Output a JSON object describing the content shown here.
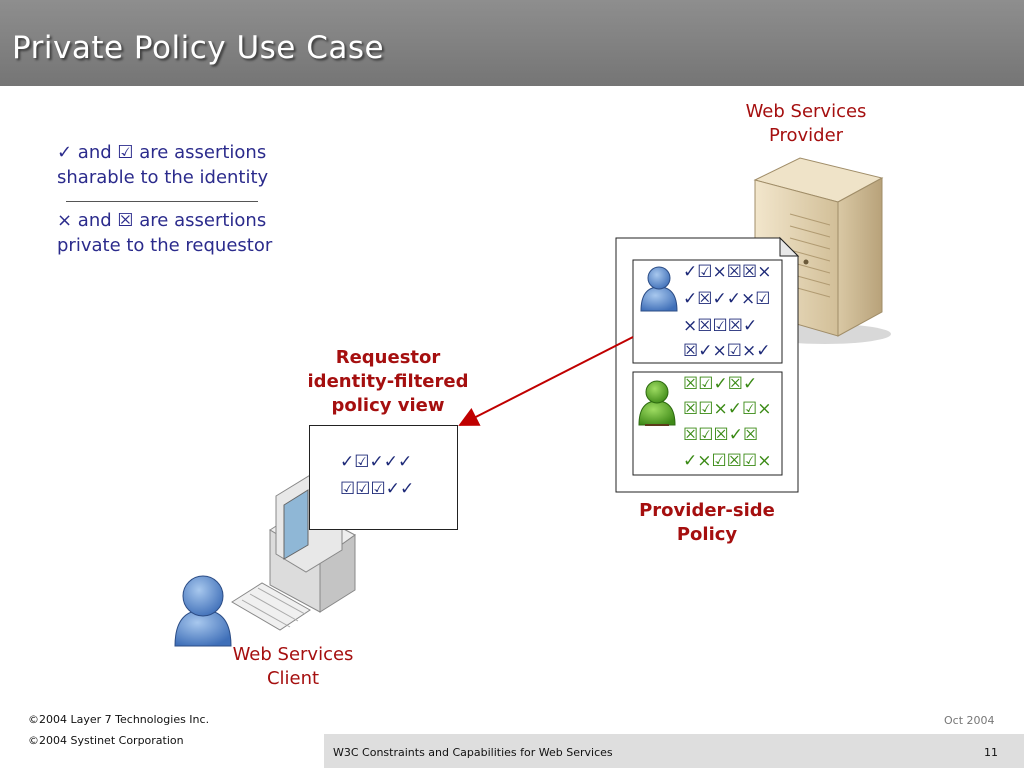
{
  "slide": {
    "title": "Private Policy Use Case",
    "legend": {
      "line1": "✓ and ☑ are assertions",
      "line2": "sharable to the identity",
      "line3": "× and ☒ are assertions",
      "line4": "private to the requestor"
    },
    "provider_label": [
      "Web Services",
      "Provider"
    ],
    "client_label": [
      "Web Services",
      "Client"
    ],
    "filtered_label": [
      "Requestor",
      "identity-filtered",
      "policy view"
    ],
    "policy_label": [
      "Provider-side",
      "Policy"
    ],
    "blue_rows": [
      "✓☑×☒☒×",
      "✓☒✓✓×☑",
      "×☒☑☒✓",
      "☒✓×☑×✓"
    ],
    "green_rows": [
      "☒☑✓☒✓",
      "☒☑×✓☑×",
      "☒☑☒✓☒",
      "✓×☑☒☑×"
    ],
    "view_rows": [
      "✓☑✓✓✓",
      "☑☑☑✓✓"
    ]
  },
  "footer": {
    "copyright1": "©2004 Layer 7 Technologies Inc.",
    "copyright2": "©2004 Systinet Corporation",
    "date": "Oct 2004",
    "bar_text": "W3C Constraints and Capabilities for Web Services",
    "page": "11"
  }
}
